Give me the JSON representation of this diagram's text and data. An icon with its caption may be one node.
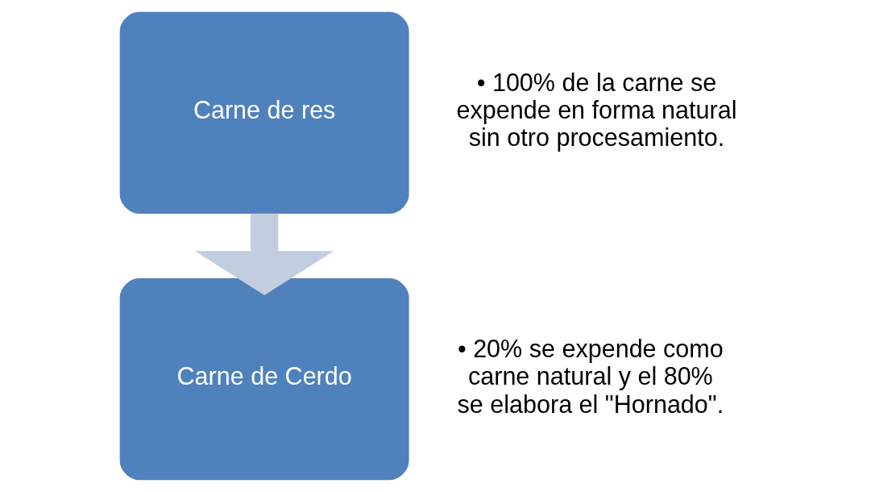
{
  "diagram": {
    "nodes": [
      {
        "text": [
          "Carne de res"
        ],
        "beside": [
          "• 100% de la carne se expende en forma natural sin otro procesamiento."
        ]
      },
      {
        "text": [
          "Carne de Cerdo"
        ],
        "beside": [
          "• 20% se expende como carne natural y el 80% se elabora el \"Hornado\"."
        ]
      }
    ],
    "edges": [
      {
        "from": 0,
        "to": 1,
        "arrow": "to",
        "color": "#c3cde0"
      }
    ]
  }
}
